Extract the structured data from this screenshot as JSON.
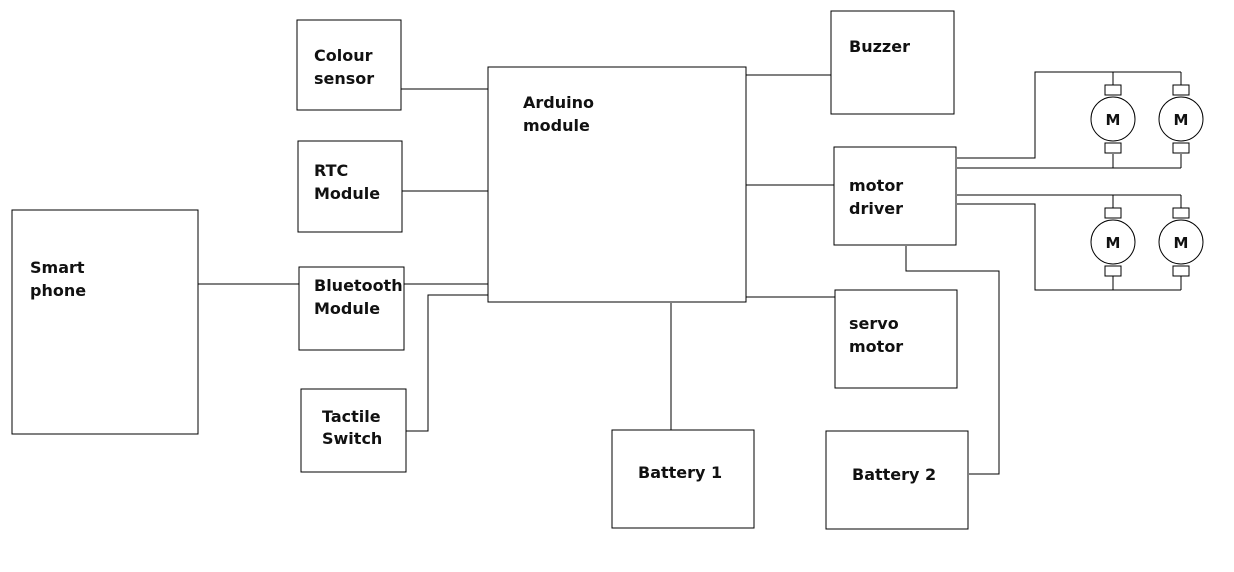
{
  "blocks": {
    "colour_sensor": [
      "Colour",
      "sensor"
    ],
    "rtc_module": [
      "RTC",
      "Module"
    ],
    "bluetooth_module": [
      "Bluetooth",
      "Module"
    ],
    "tactile_switch": [
      "Tactile",
      "Switch"
    ],
    "smartphone": [
      "Smart",
      "phone"
    ],
    "arduino": [
      "Arduino",
      "module"
    ],
    "buzzer": [
      "Buzzer"
    ],
    "motor_driver": [
      "motor",
      "driver"
    ],
    "servo_motor": [
      "servo",
      "motor"
    ],
    "battery1": [
      "Battery 1"
    ],
    "battery2": [
      "Battery 2"
    ]
  },
  "motor_symbol_label": "M"
}
